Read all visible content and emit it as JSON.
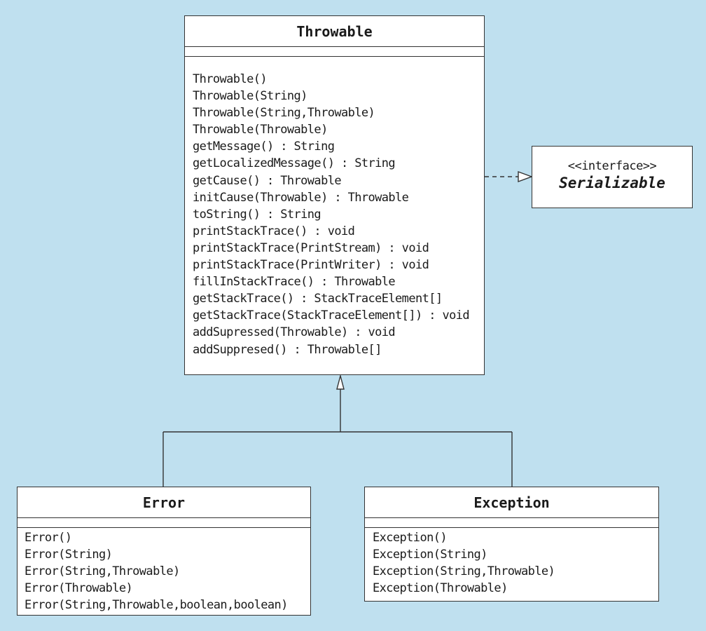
{
  "throwable": {
    "name": "Throwable",
    "methods": [
      "Throwable()",
      "Throwable(String)",
      "Throwable(String,Throwable)",
      "Throwable(Throwable)",
      "getMessage() : String",
      "getLocalizedMessage() : String",
      "getCause() : Throwable",
      "initCause(Throwable) : Throwable",
      "toString() : String",
      "printStackTrace() : void",
      "printStackTrace(PrintStream) : void",
      "printStackTrace(PrintWriter) : void",
      "fillInStackTrace() : Throwable",
      "getStackTrace() : StackTraceElement[]",
      "getStackTrace(StackTraceElement[]) : void",
      "addSupressed(Throwable) : void",
      "addSuppresed() : Throwable[]"
    ]
  },
  "serializable": {
    "stereotype": "<<interface>>",
    "name": "Serializable"
  },
  "error": {
    "name": "Error",
    "methods": [
      "Error()",
      "Error(String)",
      "Error(String,Throwable)",
      "Error(Throwable)",
      "Error(String,Throwable,boolean,boolean)"
    ]
  },
  "exception": {
    "name": "Exception",
    "methods": [
      "Exception()",
      "Exception(String)",
      "Exception(String,Throwable)",
      "Exception(Throwable)"
    ]
  },
  "colors": {
    "background": "#bfe0ef",
    "box_fill": "#ffffff",
    "line": "#333333"
  }
}
